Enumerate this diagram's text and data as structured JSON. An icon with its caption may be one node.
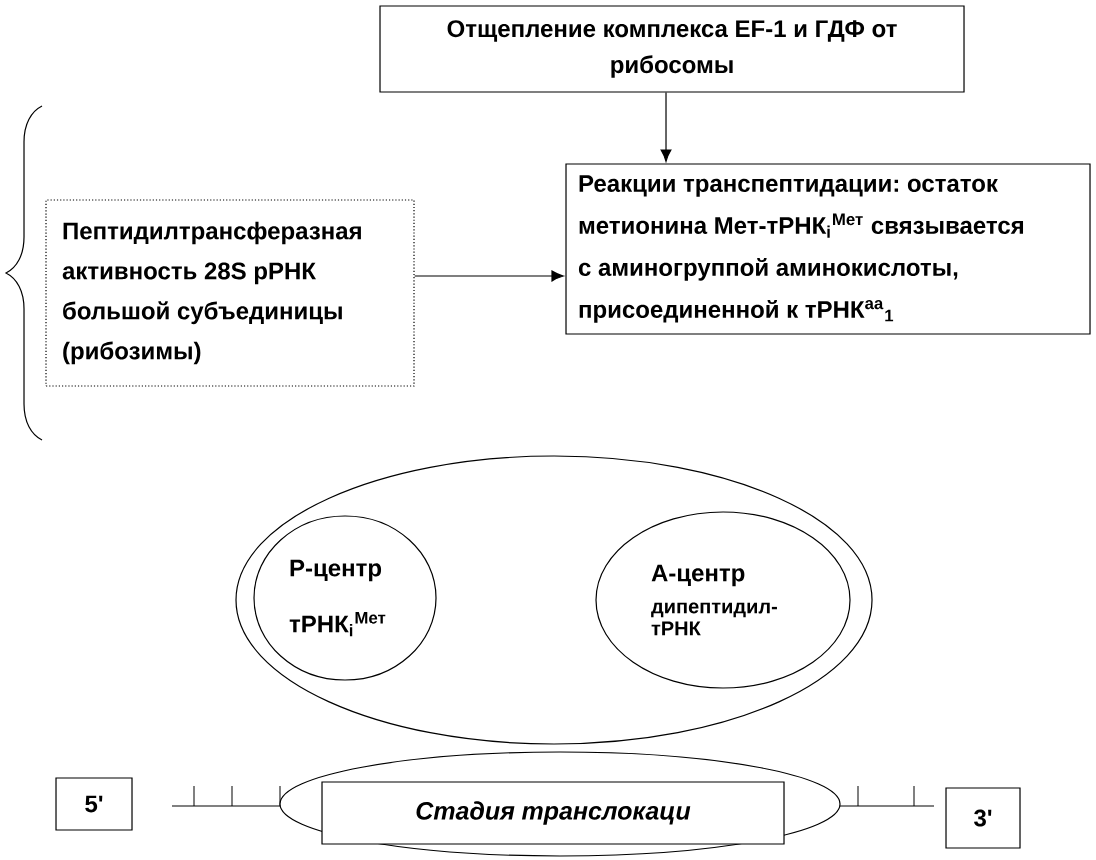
{
  "diagram": {
    "nodes": [
      {
        "text": [
          "Отщепление комплекса EF-1 и ГДФ от рибосомы"
        ]
      },
      {
        "text": [
          "Пептидилтрансферазная активность 28S рРНК большой субъединицы (рибозимы)"
        ]
      },
      {
        "text": [
          "Реакции транспептидации: остаток метионина Мет-тРНК$_{i}$$^{Мет}$ связывается с аминогруппой аминокислоты, присоединенной к тРНК$^{аа}$$_{1}$"
        ]
      },
      {
        "text": [],
        "shape": "ellipse"
      },
      {
        "text": [
          "Р-центр",
          "тРНК$_{i}$$^{Мет}$"
        ],
        "in": 3
      },
      {
        "text": [
          "А-центр",
          "дипептидил-тРНК"
        ],
        "in": 3
      },
      {
        "text": [
          "5'"
        ]
      },
      {
        "text": [],
        "shape": "ellipse"
      },
      {
        "text": [
          "Стадия транслокаци"
        ],
        "in": 7
      },
      {
        "text": [
          "3'"
        ]
      }
    ],
    "edges": [
      {
        "from": 0,
        "to": 2,
        "arrow": "to"
      },
      {
        "from": 1,
        "to": 2,
        "arrow": "to"
      }
    ]
  }
}
